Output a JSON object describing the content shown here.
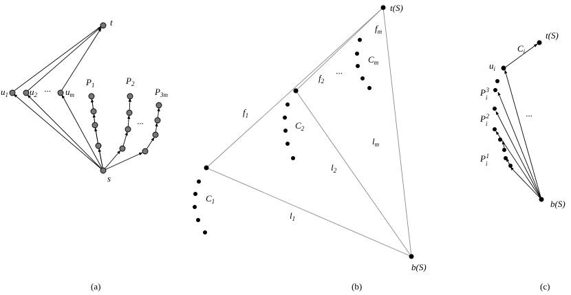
{
  "panel_a": {
    "t": "t",
    "u1": "u",
    "u1_sub": "1",
    "u2": "u",
    "u2_sub": "2",
    "dots_u": "···",
    "um": "u",
    "um_sub": "m",
    "P1": "P",
    "P1_sub": "1",
    "P2": "P",
    "P2_sub": "2",
    "P3m": "P",
    "P3m_sub": "3m",
    "dots_p": "···",
    "s": "s",
    "caption": "(a)"
  },
  "panel_b": {
    "tS": "t(S)",
    "bS": "b(S)",
    "fm": "f",
    "fm_sub": "m",
    "f1": "f",
    "f1_sub": "1",
    "f2": "f",
    "f2_sub": "2",
    "dots": "···",
    "Cm": "C",
    "Cm_sub": "m",
    "C2": "C",
    "C2_sub": "2",
    "C1": "C",
    "C1_sub": "1",
    "lm": "l",
    "lm_sub": "m",
    "l2": "l",
    "l2_sub": "2",
    "l1": "l",
    "l1_sub": "1",
    "caption": "(b)"
  },
  "panel_c": {
    "tS": "t(S)",
    "bS": "b(S)",
    "Ci": "C",
    "Ci_sub": "i",
    "ui": "u",
    "ui_sub": "i",
    "P3": "P",
    "P3_sub": "i",
    "P3_sup": "3",
    "P2": "P",
    "P2_sub": "i",
    "P2_sup": "2",
    "P1": "P",
    "P1_sub": "i",
    "P1_sup": "1",
    "dots": "···",
    "caption": "(c)"
  }
}
